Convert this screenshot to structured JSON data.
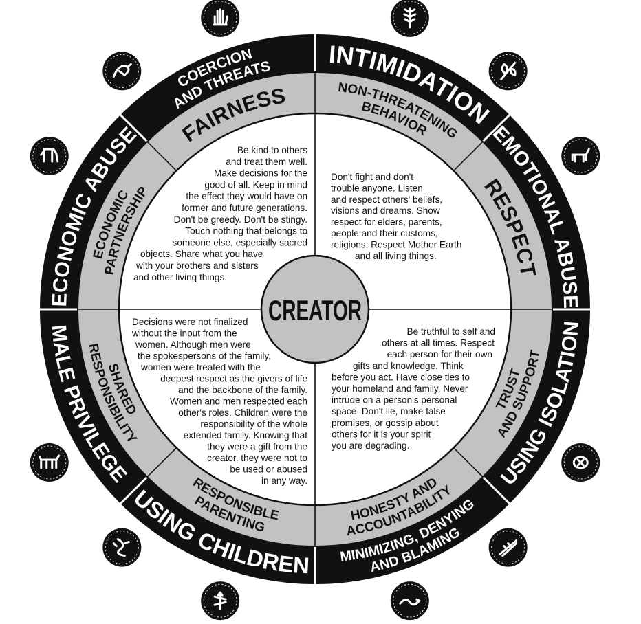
{
  "center_label": "CREATOR",
  "abuse_ring": [
    {
      "lines": [
        "COERCION",
        "AND THREATS"
      ]
    },
    {
      "lines": [
        "INTIMIDATION"
      ]
    },
    {
      "lines": [
        "EMOTIONAL ABUSE"
      ]
    },
    {
      "lines": [
        "USING ISOLATION"
      ]
    },
    {
      "lines": [
        "MINIMIZING, DENYING",
        "AND BLAMING"
      ]
    },
    {
      "lines": [
        "USING CHILDREN"
      ]
    },
    {
      "lines": [
        "MALE PRIVILEGE"
      ]
    },
    {
      "lines": [
        "ECONOMIC ABUSE"
      ]
    }
  ],
  "value_ring": [
    {
      "lines": [
        "FAIRNESS"
      ]
    },
    {
      "lines": [
        "NON-THREATENING",
        "BEHAVIOR"
      ]
    },
    {
      "lines": [
        "RESPECT"
      ]
    },
    {
      "lines": [
        "TRUST",
        "AND SUPPORT"
      ]
    },
    {
      "lines": [
        "HONESTY AND",
        "ACCOUNTABILITY"
      ]
    },
    {
      "lines": [
        "RESPONSIBLE",
        "PARENTING"
      ]
    },
    {
      "lines": [
        "SHARED",
        "RESPONSIBILITY"
      ]
    },
    {
      "lines": [
        "ECONOMIC",
        "PARTNERSHIP"
      ]
    }
  ],
  "quadrant_texts": {
    "fairness": [
      "Be kind to others",
      "and treat them well.",
      "Make decisions for the",
      "good of all. Keep in mind",
      "the effect they would have on",
      "former and future generations.",
      "Don't be greedy. Don't be stingy.",
      "Touch nothing that belongs to",
      "someone else, especially sacred",
      "objects. Share what you have",
      "with your brothers and sisters",
      "and other living things."
    ],
    "respect": [
      "Don't fight and don't",
      "trouble anyone. Listen",
      "and respect others' beliefs,",
      "visions and dreams. Show",
      "respect for elders, parents,",
      "people and their customs,",
      "religions. Respect Mother Earth",
      "and all living things."
    ],
    "trust": [
      "Be truthful to self and",
      "others at all times. Respect",
      "each person for their own",
      "gifts and knowledge. Think",
      "before you act. Have close ties to",
      "your homeland and family. Never",
      "intrude on a person's personal",
      "space. Don't lie, make false",
      "promises, or gossip about",
      "others for it is your spirit",
      "you are degrading."
    ],
    "shared": [
      "Decisions were not finalized",
      "without the input from the",
      "women. Although men were",
      "the spokespersons of the family,",
      "women were treated with the",
      "deepest respect as the givers of life",
      "and the backbone of the family.",
      "Women and men respected each",
      "other's roles. Children were the",
      "responsibility of the whole",
      "extended family. Knowing that",
      "they were a gift from the",
      "creator, they were not to",
      "be used or abused",
      "in any way."
    ]
  },
  "icons": [
    "hand-icon",
    "corn-icon",
    "plant-icon",
    "deer-icon",
    "turtle-icon",
    "feathers-icon",
    "snake-icon",
    "lizard-icon",
    "salamander-icon",
    "buffalo-icon",
    "horse-icon",
    "bird-icon"
  ],
  "colors": {
    "ring_black": "#111111",
    "ring_gray": "#c2c2c2",
    "center_gray": "#c2c2c2"
  }
}
